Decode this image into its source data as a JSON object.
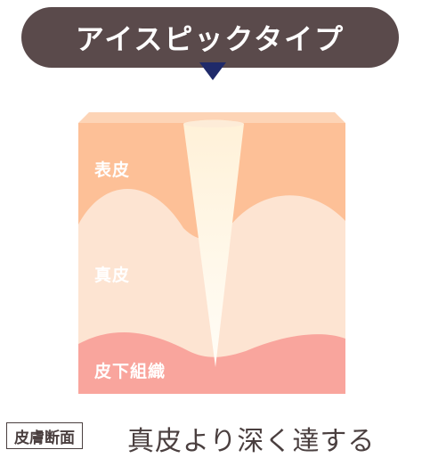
{
  "title": "アイスピックタイプ",
  "layers": {
    "epidermis": "表皮",
    "dermis": "真皮",
    "subcutaneous": "皮下組織"
  },
  "caption": {
    "tag": "皮膚断面",
    "text": "真皮より深く達する"
  },
  "colors": {
    "title_bg": "#5a4a4b",
    "pointer": "#1f2a6a",
    "epidermis": "#fdc097",
    "dermis": "#fde4d2",
    "subcutaneous": "#f9a59d",
    "skin_top": "#fdd4b6",
    "needle": "#fff6df",
    "caption": "#4a3f3f"
  }
}
